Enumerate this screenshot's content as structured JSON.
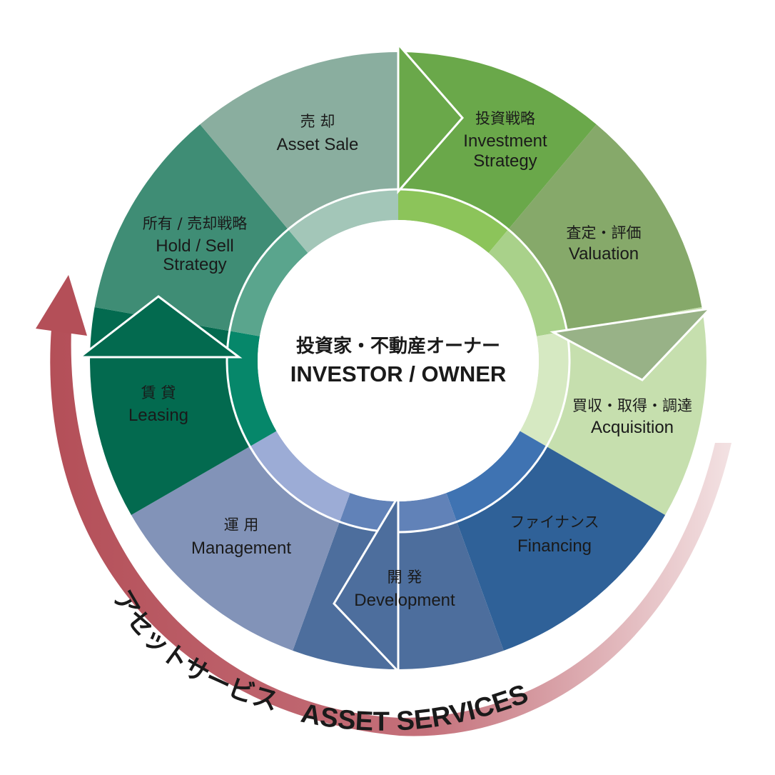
{
  "center": {
    "title_jp": "投資家・不動産オーナー",
    "title_en": "INVESTOR / OWNER"
  },
  "segments": [
    {
      "id": "investment-strategy",
      "label_jp": "投資戦略",
      "label_en_lines": [
        "Investment",
        "Strategy"
      ],
      "color": "#6aa84a",
      "inner_color": "#8cc45a"
    },
    {
      "id": "valuation",
      "label_jp": "査定・評価",
      "label_en_lines": [
        "Valuation"
      ],
      "color": "#86a96a",
      "inner_color": "#a9d18a"
    },
    {
      "id": "acquisition",
      "label_jp": "買収・取得・調達",
      "label_en_lines": [
        "Acquisition"
      ],
      "color": "#c6dfae",
      "inner_color": "#d6e9c2"
    },
    {
      "id": "financing",
      "label_jp": "ファイナンス",
      "label_en_lines": [
        "Financing"
      ],
      "color": "#2f6198",
      "inner_color": "#3f73b2"
    },
    {
      "id": "development",
      "label_jp": "開 発",
      "label_en_lines": [
        "Development"
      ],
      "color": "#4d6e9d",
      "inner_color": "#6182b8"
    },
    {
      "id": "management",
      "label_jp": "運 用",
      "label_en_lines": [
        "Management"
      ],
      "color": "#8293b8",
      "inner_color": "#9cacd6"
    },
    {
      "id": "leasing",
      "label_jp": "賃 貸",
      "label_en_lines": [
        "Leasing"
      ],
      "color": "#036a4f",
      "inner_color": "#06876a"
    },
    {
      "id": "hold-sell-strategy",
      "label_jp": "所有 / 売却戦略",
      "label_en_lines": [
        "Hold / Sell",
        "Strategy"
      ],
      "color": "#3f8d75",
      "inner_color": "#5aa58d"
    },
    {
      "id": "asset-sale",
      "label_jp": "売 却",
      "label_en_lines": [
        "Asset Sale"
      ],
      "color": "#8aae9f",
      "inner_color": "#a3c6b8"
    }
  ],
  "asset_services": {
    "label_en": "ASSET SERVICES",
    "label_jp": "アセットサービス",
    "color": "#b95860"
  }
}
